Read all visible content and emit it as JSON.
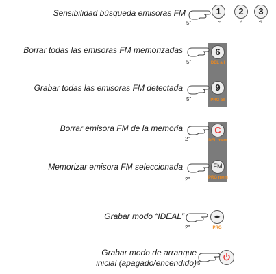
{
  "rows": [
    {
      "id": "fm-sensitivity",
      "label": "Sensibilidad búsqueda emisoras FM",
      "time": "5\"",
      "buttons": [
        "1",
        "2",
        "3"
      ]
    },
    {
      "id": "delete-all",
      "label": "Borrar todas las emisoras FM memorizadas",
      "time": "5\"",
      "button": "6",
      "sub": "DEL all"
    },
    {
      "id": "save-all",
      "label": "Grabar todas las emisoras FM detectada",
      "time": "5\"",
      "button": "9",
      "sub": "PRG all"
    },
    {
      "id": "delete-one",
      "label": "Borrar emisora FM de la memoria",
      "time": "2\"",
      "button": "C",
      "sub": "DEL mem"
    },
    {
      "id": "memorize",
      "label": "Memorizar  emisora FM seleccionada",
      "time": "2\"",
      "button": "FM",
      "sub": "PRG mem"
    },
    {
      "id": "ideal-mode",
      "label": "Grabar modo “IDEAL”",
      "time": "2\"",
      "sub": "PRG"
    },
    {
      "id": "startup-mode",
      "label_line1": "Grabar modo de arranque",
      "label_line2": "inicial (apagado/encendido)",
      "time": "5\""
    }
  ],
  "colors": {
    "accent": "#f08a1c",
    "red": "#e8393a",
    "panel": "#7b7b7b"
  },
  "icons": {
    "hand": "pointing-hand-icon",
    "radio": "radio-waves-icon",
    "power": "power-icon",
    "arrows": "double-arrow-icon"
  }
}
